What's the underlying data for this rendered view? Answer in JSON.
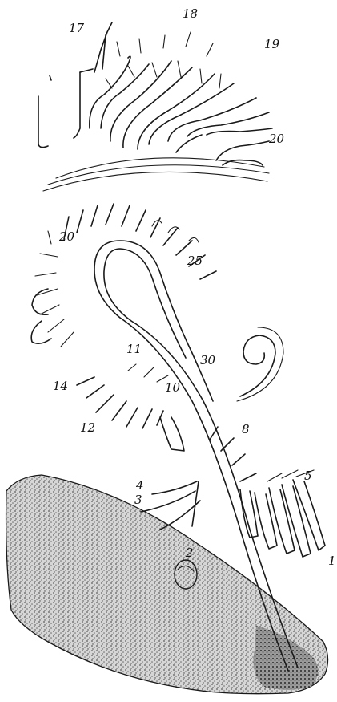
{
  "figure": {
    "labels": {
      "l17a": "17",
      "l18": "18",
      "l19": "19",
      "l20a": "20",
      "l20b": "20",
      "l25": "25",
      "l30": "30",
      "l11": "11",
      "l10": "10",
      "l14": "14",
      "l12": "12",
      "l8": "8",
      "l5": "5",
      "l4": "4",
      "l3": "3",
      "l2": "2",
      "l1": "1"
    }
  }
}
